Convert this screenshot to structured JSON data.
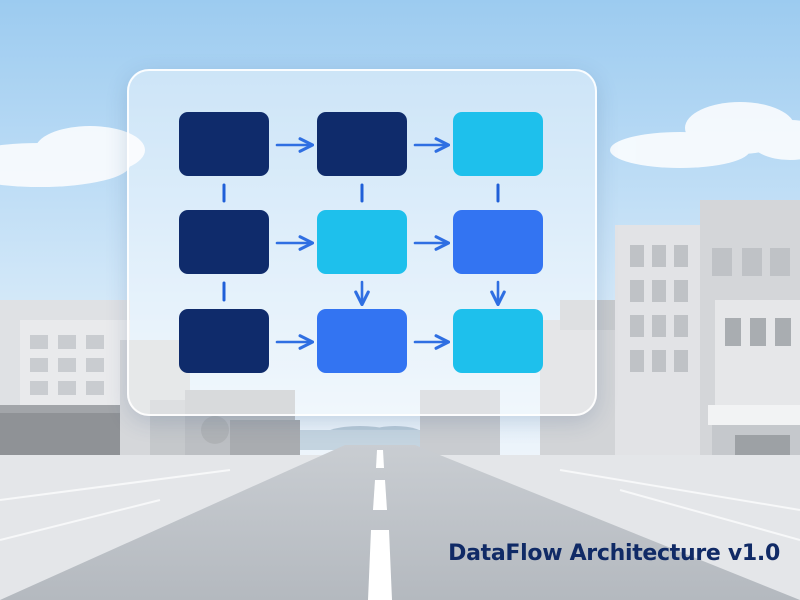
{
  "caption": "DataFlow Architecture v1.0",
  "palette": {
    "navy": "#0f2b6b",
    "cyan": "#1ec0ec",
    "blue": "#3374f2",
    "arrow": "#2f6fe2",
    "connector": "#1f5fd8"
  },
  "diagram": {
    "nodes": [
      {
        "id": "r1c1",
        "row": 1,
        "col": 1,
        "color": "navy"
      },
      {
        "id": "r1c2",
        "row": 1,
        "col": 2,
        "color": "navy"
      },
      {
        "id": "r1c3",
        "row": 1,
        "col": 3,
        "color": "cyan"
      },
      {
        "id": "r2c1",
        "row": 2,
        "col": 1,
        "color": "navy"
      },
      {
        "id": "r2c2",
        "row": 2,
        "col": 2,
        "color": "cyan"
      },
      {
        "id": "r2c3",
        "row": 2,
        "col": 3,
        "color": "blue"
      },
      {
        "id": "r3c1",
        "row": 3,
        "col": 1,
        "color": "navy"
      },
      {
        "id": "r3c2",
        "row": 3,
        "col": 2,
        "color": "blue"
      },
      {
        "id": "r3c3",
        "row": 3,
        "col": 3,
        "color": "cyan"
      }
    ],
    "edges": [
      {
        "from": "r1c1",
        "to": "r1c2",
        "kind": "arrow"
      },
      {
        "from": "r1c2",
        "to": "r1c3",
        "kind": "arrow"
      },
      {
        "from": "r2c1",
        "to": "r2c2",
        "kind": "arrow"
      },
      {
        "from": "r2c2",
        "to": "r2c3",
        "kind": "arrow"
      },
      {
        "from": "r3c1",
        "to": "r3c2",
        "kind": "arrow"
      },
      {
        "from": "r3c2",
        "to": "r3c3",
        "kind": "arrow"
      },
      {
        "from": "r1c1",
        "to": "r2c1",
        "kind": "line"
      },
      {
        "from": "r1c2",
        "to": "r2c2",
        "kind": "line"
      },
      {
        "from": "r1c3",
        "to": "r2c3",
        "kind": "line"
      },
      {
        "from": "r2c1",
        "to": "r3c1",
        "kind": "line"
      },
      {
        "from": "r2c2",
        "to": "r3c2",
        "kind": "arrow"
      },
      {
        "from": "r2c3",
        "to": "r3c3",
        "kind": "arrow"
      }
    ]
  }
}
